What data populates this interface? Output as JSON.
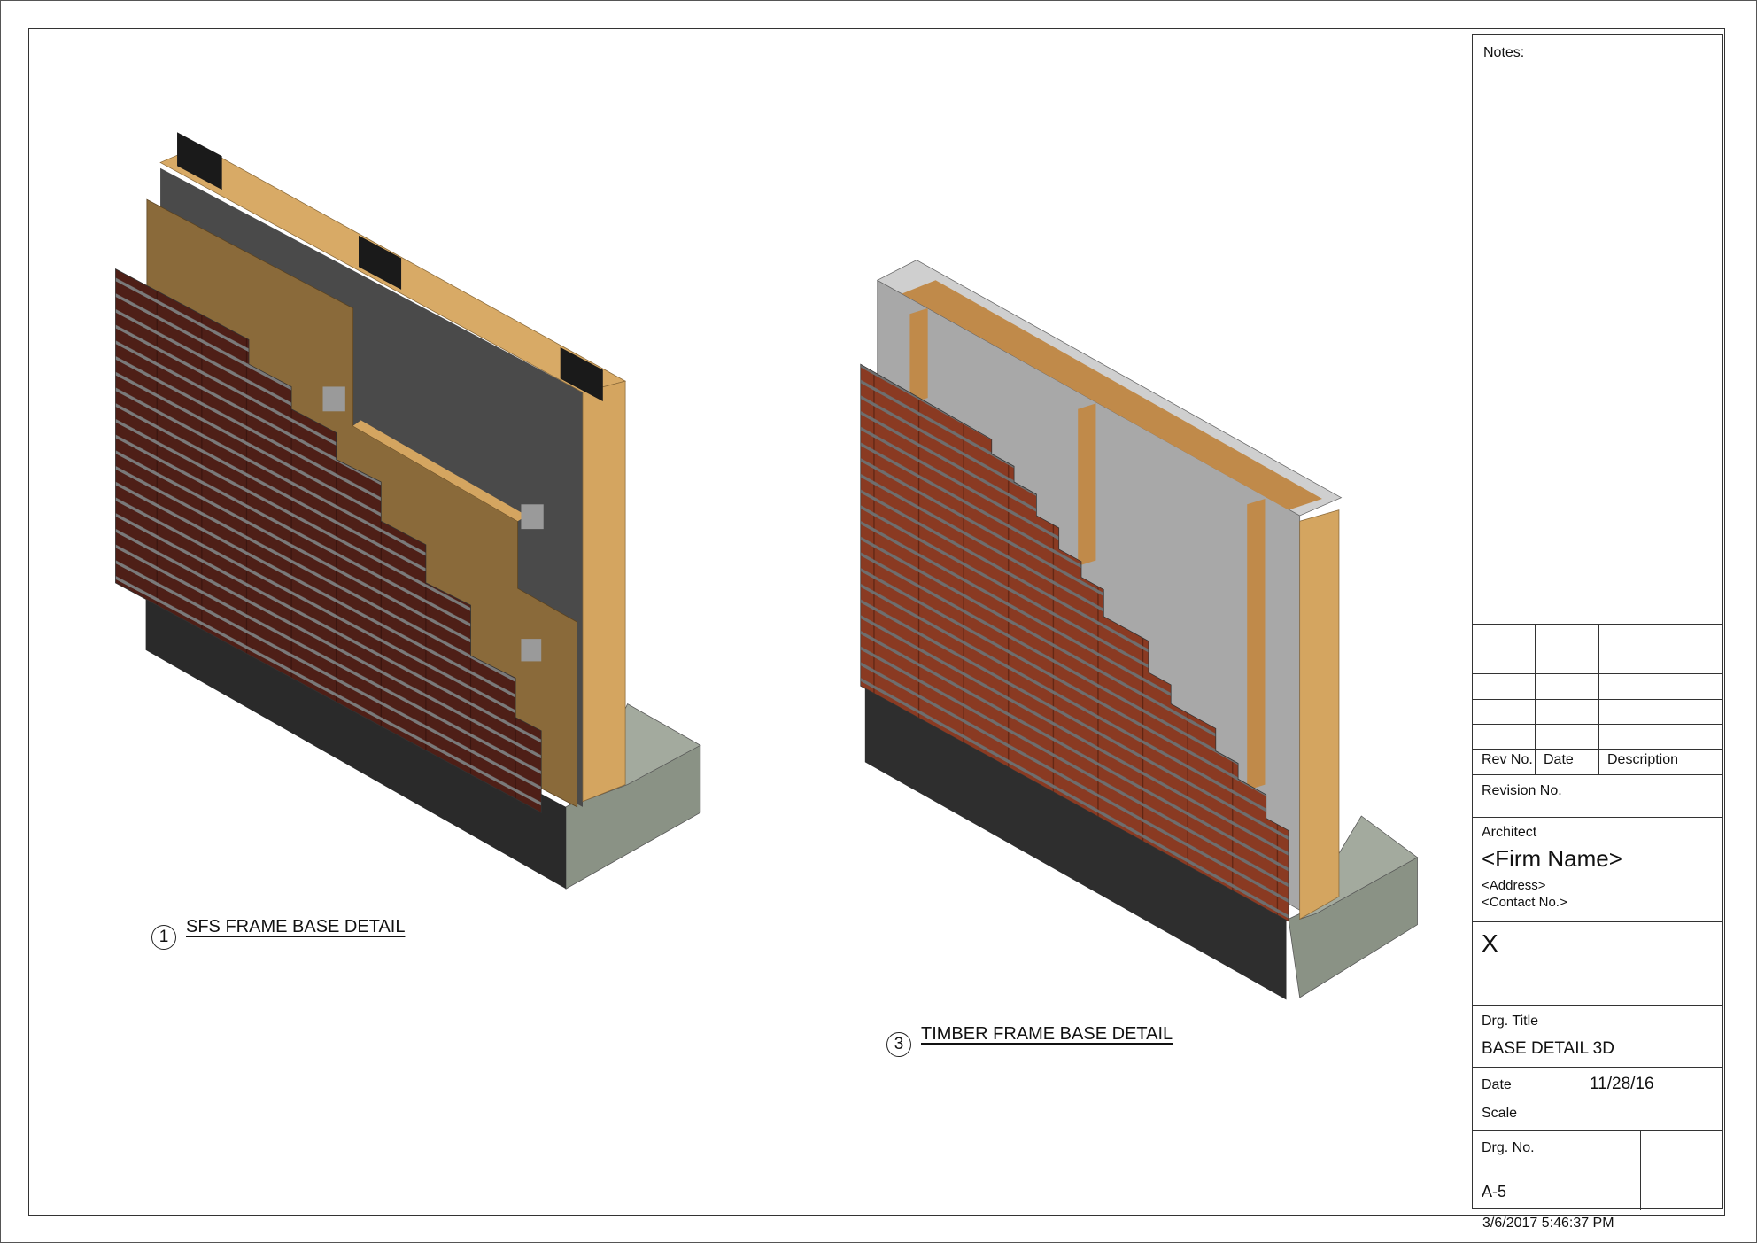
{
  "notes_label": "Notes:",
  "revision_table": {
    "headers": [
      "Rev No.",
      "Date",
      "Description"
    ],
    "rows": [
      [
        "",
        "",
        ""
      ],
      [
        "",
        "",
        ""
      ],
      [
        "",
        "",
        ""
      ],
      [
        "",
        "",
        ""
      ],
      [
        "",
        "",
        ""
      ]
    ]
  },
  "revision_no_label": "Revision No.",
  "architect": {
    "label": "Architect",
    "firm_name": "<Firm Name>",
    "address": "<Address>",
    "contact": "<Contact No.>"
  },
  "project_mark": "X",
  "drawing_title": {
    "label": "Drg. Title",
    "value": "BASE DETAIL 3D"
  },
  "date": {
    "label": "Date",
    "value": "11/28/16"
  },
  "scale": {
    "label": "Scale",
    "value": ""
  },
  "drawing_no": {
    "label": "Drg. No.",
    "value": "A-5"
  },
  "print_timestamp": "3/6/2017 5:46:37 PM",
  "views": [
    {
      "number": "1",
      "title": "SFS FRAME BASE DETAIL"
    },
    {
      "number": "3",
      "title": "TIMBER FRAME BASE DETAIL"
    }
  ],
  "colors": {
    "brick": "#6b2e1e",
    "insulation": "#d4a560",
    "sheathing_dark": "#4a4a4a",
    "board_gray": "#a8a8a8",
    "concrete": "#8a9285",
    "plinth": "#2a2a2a"
  }
}
